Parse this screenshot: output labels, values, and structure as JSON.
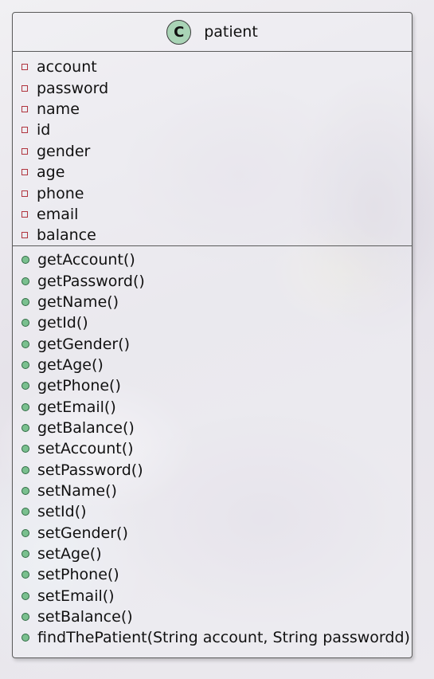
{
  "class": {
    "stereotype": "C",
    "name": "patient"
  },
  "fields": [
    "account",
    "password",
    "name",
    "id",
    "gender",
    "age",
    "phone",
    "email",
    "balance"
  ],
  "methods": [
    "getAccount()",
    "getPassword()",
    "getName()",
    "getId()",
    "getGender()",
    "getAge()",
    "getPhone()",
    "getEmail()",
    "getBalance()",
    "setAccount()",
    "setPassword()",
    "setName()",
    "setId()",
    "setGender()",
    "setAge()",
    "setPhone()",
    "setEmail()",
    "setBalance()",
    "findThePatient(String account, String passwordd)"
  ],
  "colors": {
    "stereotype_fill": "#a9d4b6",
    "field_icon": "#b0343e",
    "method_icon": "#7ac08f",
    "border": "#5a5a5a"
  },
  "icons": {
    "stereotype": "class-circle-icon",
    "field": "private-field-square-icon",
    "method": "public-method-circle-icon"
  }
}
